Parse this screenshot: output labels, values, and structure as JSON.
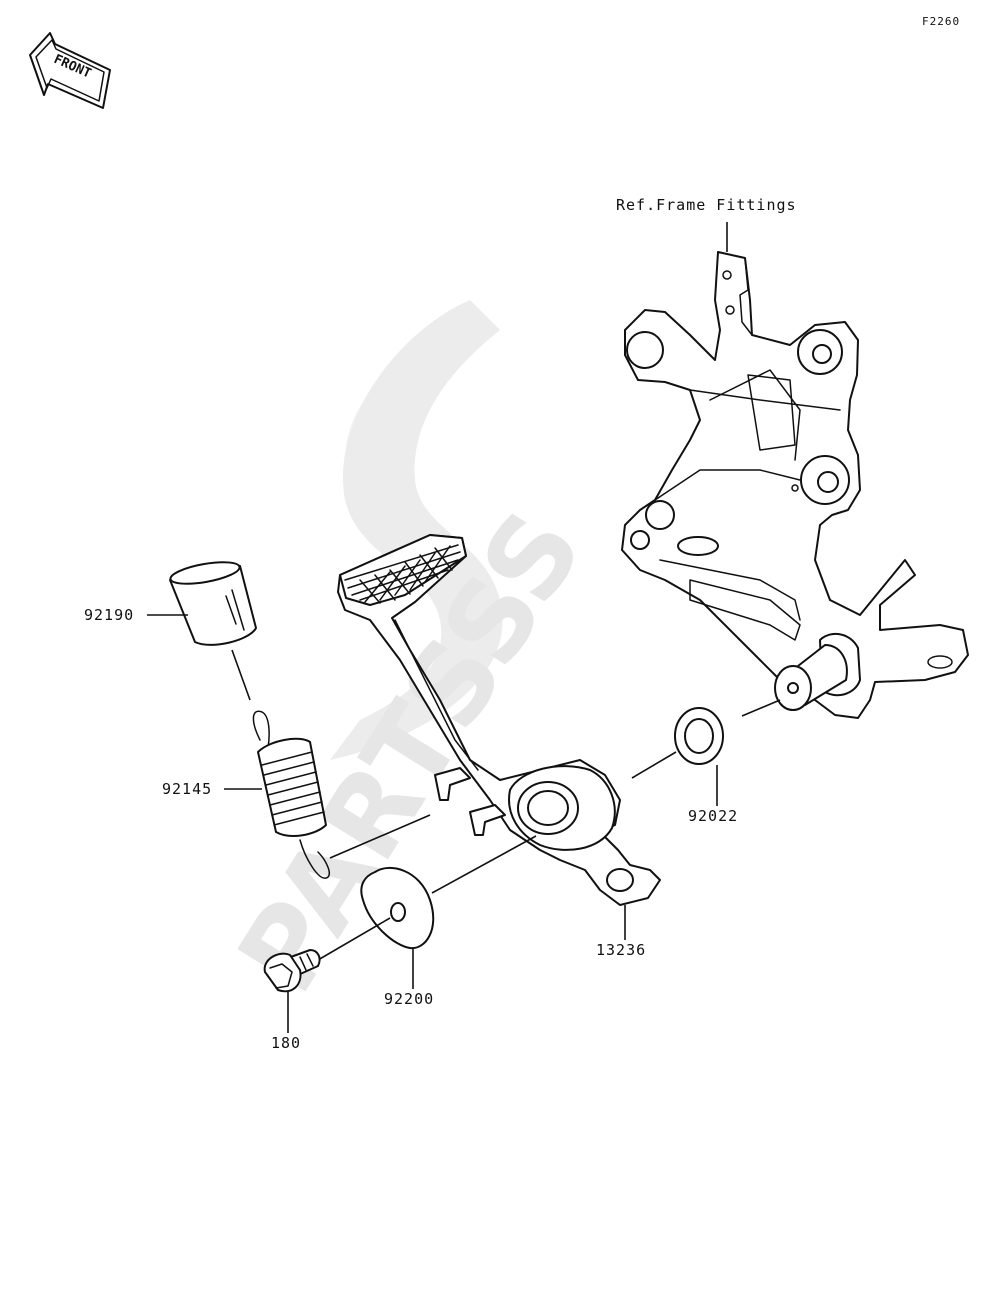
{
  "diagram_code": "F2260",
  "front_marker": {
    "label": "FRONT",
    "icon": "front-arrow-icon"
  },
  "watermark": {
    "text": "PARTSSS",
    "icon": "partsss-logo-icon"
  },
  "reference_note": "Ref.Frame Fittings",
  "parts": [
    {
      "number": "92190",
      "part": "pedal-rubber-sleeve"
    },
    {
      "number": "92145",
      "part": "return-spring"
    },
    {
      "number": "92022",
      "part": "washer"
    },
    {
      "number": "13236",
      "part": "brake-pedal"
    },
    {
      "number": "92200",
      "part": "washer-plate"
    },
    {
      "number": "180",
      "part": "flange-bolt"
    }
  ]
}
